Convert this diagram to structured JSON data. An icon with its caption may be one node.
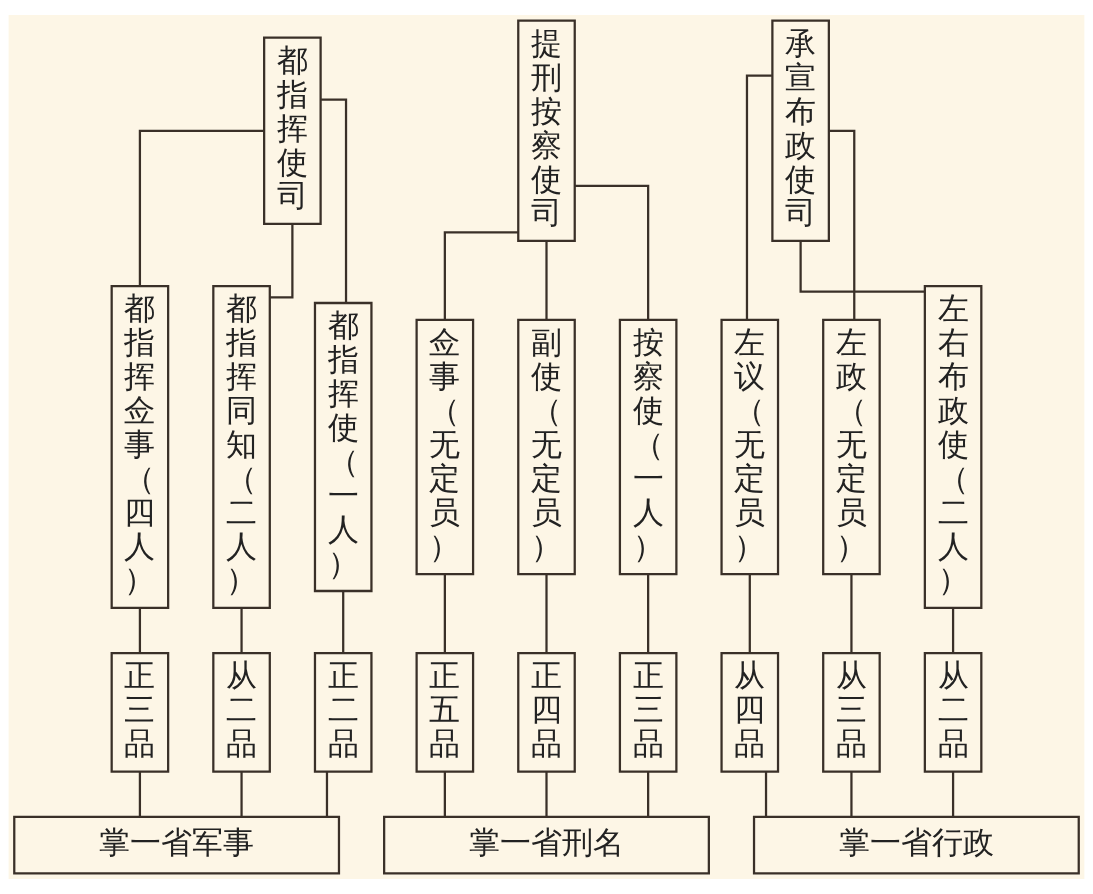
{
  "diagram": {
    "nodes": [
      {
        "text": [
          "都指挥使司"
        ]
      },
      {
        "text": [
          "提刑按察使司"
        ]
      },
      {
        "text": [
          "承宣布政使司"
        ]
      },
      {
        "text": [
          "都指挥佥事（四人）"
        ]
      },
      {
        "text": [
          "都指挥同知（二人）"
        ]
      },
      {
        "text": [
          "都指挥使（一人）"
        ]
      },
      {
        "text": [
          "佥事（无定员）"
        ]
      },
      {
        "text": [
          "副使（无定员）"
        ]
      },
      {
        "text": [
          "按察使（一人）"
        ]
      },
      {
        "text": [
          "左议（无定员）"
        ]
      },
      {
        "text": [
          "左政（无定员）"
        ]
      },
      {
        "text": [
          "左右布政使（二人）"
        ]
      },
      {
        "text": [
          "正三品"
        ]
      },
      {
        "text": [
          "从二品"
        ]
      },
      {
        "text": [
          "正二品"
        ]
      },
      {
        "text": [
          "正五品"
        ]
      },
      {
        "text": [
          "正四品"
        ]
      },
      {
        "text": [
          "正三品"
        ]
      },
      {
        "text": [
          "从四品"
        ]
      },
      {
        "text": [
          "从三品"
        ]
      },
      {
        "text": [
          "从二品"
        ]
      },
      {
        "text": [
          "掌一省军事"
        ]
      },
      {
        "text": [
          "掌一省刑名"
        ]
      },
      {
        "text": [
          "掌一省行政"
        ]
      }
    ],
    "edges": [
      {
        "from": 0,
        "to": 3,
        "arrow": "none"
      },
      {
        "from": 0,
        "to": 4,
        "arrow": "none"
      },
      {
        "from": 0,
        "to": 5,
        "arrow": "none"
      },
      {
        "from": 1,
        "to": 6,
        "arrow": "none"
      },
      {
        "from": 1,
        "to": 7,
        "arrow": "none"
      },
      {
        "from": 1,
        "to": 8,
        "arrow": "none"
      },
      {
        "from": 2,
        "to": 9,
        "arrow": "none"
      },
      {
        "from": 2,
        "to": 10,
        "arrow": "none"
      },
      {
        "from": 2,
        "to": 11,
        "arrow": "none"
      },
      {
        "from": 3,
        "to": 12,
        "arrow": "none"
      },
      {
        "from": 4,
        "to": 13,
        "arrow": "none"
      },
      {
        "from": 5,
        "to": 14,
        "arrow": "none"
      },
      {
        "from": 6,
        "to": 15,
        "arrow": "none"
      },
      {
        "from": 7,
        "to": 16,
        "arrow": "none"
      },
      {
        "from": 8,
        "to": 17,
        "arrow": "none"
      },
      {
        "from": 9,
        "to": 18,
        "arrow": "none"
      },
      {
        "from": 10,
        "to": 19,
        "arrow": "none"
      },
      {
        "from": 11,
        "to": 20,
        "arrow": "none"
      },
      {
        "from": 12,
        "to": 21,
        "arrow": "none"
      },
      {
        "from": 13,
        "to": 21,
        "arrow": "none"
      },
      {
        "from": 14,
        "to": 21,
        "arrow": "none"
      },
      {
        "from": 15,
        "to": 22,
        "arrow": "none"
      },
      {
        "from": 16,
        "to": 22,
        "arrow": "none"
      },
      {
        "from": 17,
        "to": 22,
        "arrow": "none"
      },
      {
        "from": 18,
        "to": 23,
        "arrow": "none"
      },
      {
        "from": 19,
        "to": 23,
        "arrow": "none"
      },
      {
        "from": 20,
        "to": 23,
        "arrow": "none"
      }
    ]
  }
}
